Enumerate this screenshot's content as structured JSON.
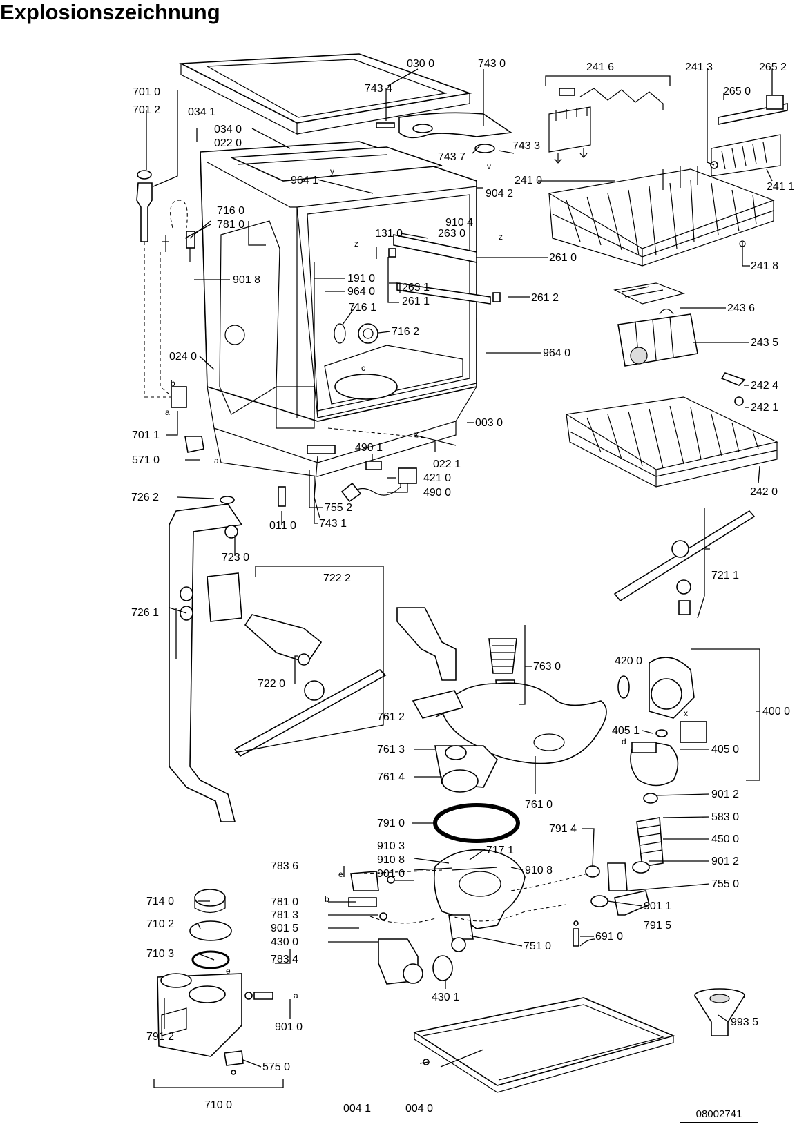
{
  "title": "Explosionszeichnung",
  "doc_number": "08002741",
  "labels": {
    "l0300": "030 0",
    "l7430": "743 0",
    "l2416": "241 6",
    "l2413": "241 3",
    "l2652": "265 2",
    "l7010": "701 0",
    "l7012": "701 2",
    "l7434": "743 4",
    "l2650": "265 0",
    "l0341": "034 1",
    "l0340": "034 0",
    "l0220": "022 0",
    "l7437": "743 7",
    "l7433": "743 3",
    "l2410": "241 0",
    "l2411": "241 1",
    "l9641": "964 1",
    "l9042": "904 2",
    "l7160": "716 0",
    "l7810a": "781 0",
    "l9104": "910 4",
    "l1310": "131 0",
    "l2630": "263 0",
    "l2610": "261 0",
    "l2418": "241 8",
    "l9018": "901 8",
    "l1910": "191 0",
    "l9640a": "964 0",
    "l2631": "263 1",
    "l2611": "261 1",
    "l2612": "261 2",
    "l7161": "716 1",
    "l7162": "716 2",
    "l2436": "243 6",
    "l2435": "243 5",
    "l9640b": "964 0",
    "l0240": "024 0",
    "l2424": "242 4",
    "l2421": "242 1",
    "l0030": "003 0",
    "l7011": "701 1",
    "l5710": "571 0",
    "l4901": "490 1",
    "l0221": "022 1",
    "l4210": "421 0",
    "l4900": "490 0",
    "l7552": "755 2",
    "l7431": "743 1",
    "l0110": "011 0",
    "l2420": "242 0",
    "l7262": "726 2",
    "l7230": "723 0",
    "l7222": "722 2",
    "l7211": "721 1",
    "l7261": "726 1",
    "l7220": "722 0",
    "l7630": "763 0",
    "l4200": "420 0",
    "l4000": "400 0",
    "l7612": "761 2",
    "l4051": "405 1",
    "l7613": "761 3",
    "l4050": "405 0",
    "l7614": "761 4",
    "l7610": "761 0",
    "l9012a": "901 2",
    "l7910": "791 0",
    "l5830": "583 0",
    "l7914": "791 4",
    "l4500": "450 0",
    "l9103": "910 3",
    "l7171": "717 1",
    "l9108a": "910 8",
    "l9108b": "910 8",
    "l9012b": "901 2",
    "l7836": "783 6",
    "l9010a": "901 0",
    "l7550": "755 0",
    "l7140": "714 0",
    "l7810b": "781 0",
    "l9011": "901 1",
    "l7813": "781 3",
    "l7915": "791 5",
    "l7102": "710 2",
    "l9015": "901 5",
    "l6910": "691 0",
    "l4300": "430 0",
    "l7510": "751 0",
    "l7103": "710 3",
    "l7834": "783 4",
    "l4301": "430 1",
    "l9010b": "901 0",
    "l7912": "791 2",
    "l9935": "993 5",
    "l5750": "575 0",
    "l7100": "710 0",
    "l0041": "004 1",
    "l0040": "004 0"
  },
  "marks": {
    "b1": "b",
    "a1": "a",
    "a2": "a",
    "c1": "c",
    "x1": "x",
    "x2": "x",
    "z1": "z",
    "z2": "z",
    "y1": "y",
    "v1": "v",
    "d1": "d",
    "e1": "e",
    "e2": "e",
    "b2": "b",
    "a3": "a"
  }
}
